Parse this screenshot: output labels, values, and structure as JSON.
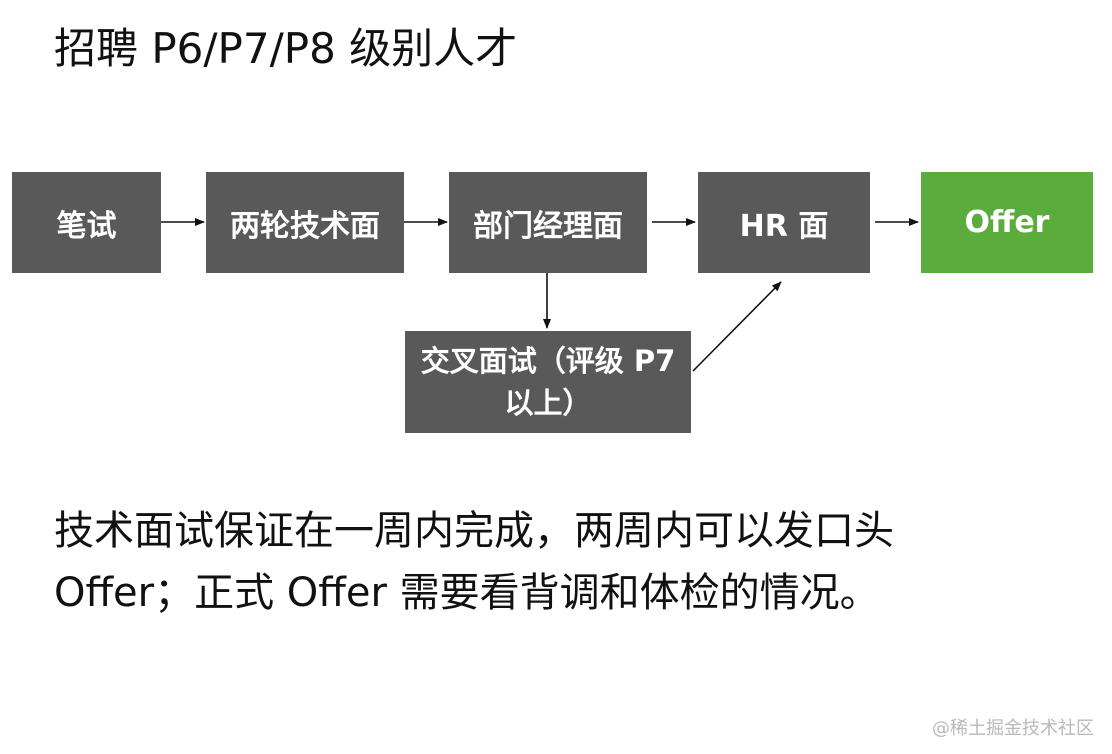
{
  "title": "招聘 P6/P7/P8 级别人才",
  "flow": {
    "written_test": "笔试",
    "tech_interview": "两轮技术面",
    "dept_manager": "部门经理面",
    "hr_interview": "HR 面",
    "offer": "Offer",
    "cross_interview": "交叉面试（评级 P7 以上）"
  },
  "colors": {
    "box": "#595959",
    "offer": "#5aad3d",
    "arrow": "#111111"
  },
  "note": "技术面试保证在一周内完成，两周内可以发口头 Offer；正式 Offer 需要看背调和体检的情况。",
  "watermark": "@稀土掘金技术社区"
}
